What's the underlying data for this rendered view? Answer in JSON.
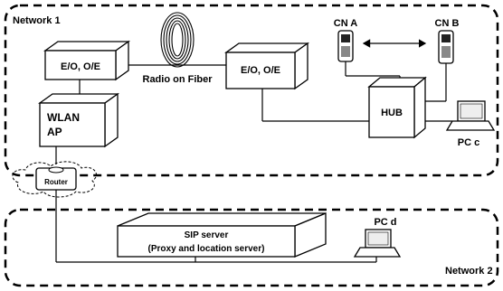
{
  "network1": {
    "label": "Network 1"
  },
  "network2": {
    "label": "Network 2"
  },
  "eo_left": {
    "label": "E/O, O/E"
  },
  "eo_right": {
    "label": "E/O, O/E"
  },
  "fiber": {
    "label": "Radio on Fiber"
  },
  "wlan_ap": {
    "line1": "WLAN",
    "line2": "AP"
  },
  "router": {
    "label": "Router"
  },
  "hub": {
    "label": "HUB"
  },
  "cn_a": {
    "label": "CN A"
  },
  "cn_b": {
    "label": "CN B"
  },
  "pc_c": {
    "label": "PC c"
  },
  "pc_d": {
    "label": "PC d"
  },
  "sip_server": {
    "line1": "SIP server",
    "line2": "(Proxy and location server)"
  }
}
